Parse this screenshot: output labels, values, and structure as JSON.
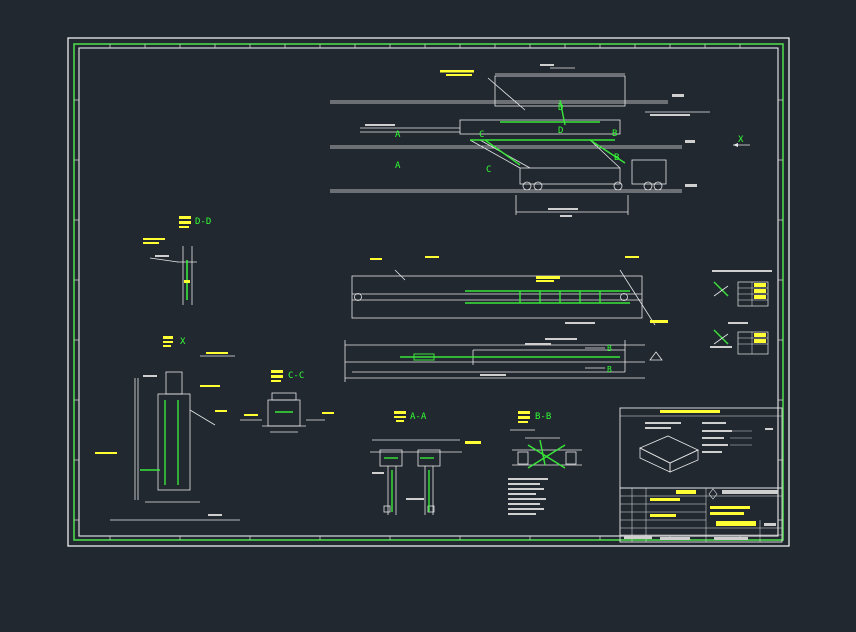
{
  "canvas": {
    "background": "#212830"
  },
  "colors": {
    "frame": "#ffffff",
    "outer_frame": "#4cd64c",
    "line": "#e8e8e8",
    "accent_green": "#39e639",
    "label_green": "#33ff33",
    "text_yellow": "#ffff33",
    "dim": "#bdbdbd"
  },
  "section_labels": {
    "dd": "D-D",
    "cc": "C-C",
    "aa": "A-A",
    "bb": "B-B",
    "x": "X",
    "x_view": "X"
  },
  "cut_markers": {
    "a": "A",
    "b": "B",
    "c": "C",
    "d": "D"
  }
}
